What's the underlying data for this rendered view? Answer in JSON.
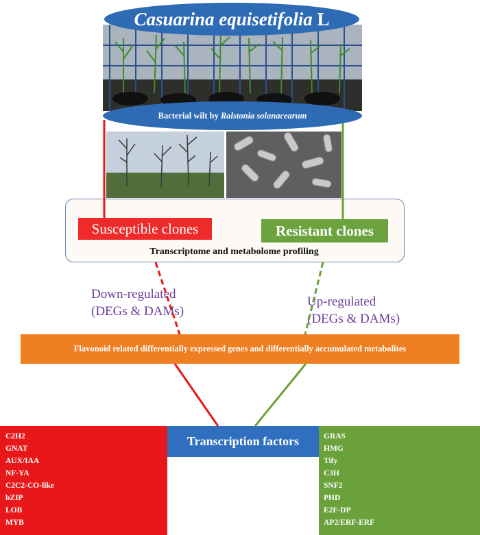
{
  "title": {
    "species": "Casuarina equisetifolia",
    "suffix": " L"
  },
  "wilt_banner": {
    "prefix": "Bacterial wilt by ",
    "pathogen": "Ralstonia solanacearum"
  },
  "clones": {
    "susceptible": "Susceptible clones",
    "resistant": "Resistant clones"
  },
  "profiling": "Transcriptome and metabolome profiling",
  "down_regulated": {
    "line1": "Down-regulated",
    "line2": "(DEGs & DAMs)"
  },
  "up_regulated": {
    "line1": "Up-regulated",
    "line2": "(DEGs & DAMs)"
  },
  "flavonoid": "Flavonoid related  differentially expressed genes and differentially accumulated metabolites",
  "transcription_factors": {
    "header": "Transcription factors",
    "left": [
      "C2H2",
      "GNAT",
      "AUX/IAA",
      "NF-YA",
      "C2C2-CO-like",
      "bZIP",
      "LOB",
      "MYB"
    ],
    "right": [
      "GRAS",
      "HMG",
      "Tify",
      "C3H",
      "SNF2",
      "PHD",
      "E2F-DP",
      "AP2/ERF-ERF"
    ]
  },
  "colors": {
    "blue": "#2e6bb5",
    "red": "#e8171a",
    "green": "#6aa13a",
    "orange": "#f07e22",
    "purple": "#6a3d9a"
  }
}
